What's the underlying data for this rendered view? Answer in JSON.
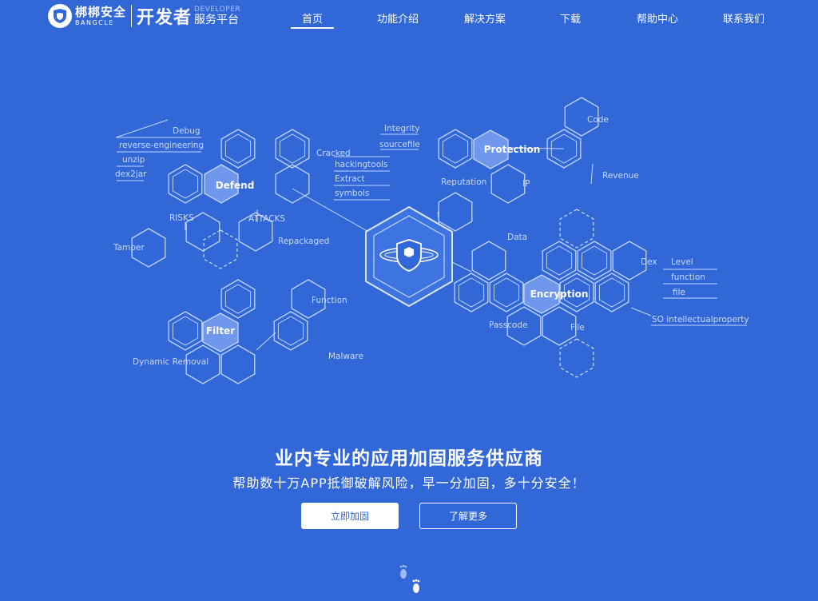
{
  "header": {
    "logo": {
      "brand_cn": "梆梆安全",
      "brand_en": "BANGCLE",
      "title": "开发者",
      "title_en": "DEVELOPER",
      "title_cn": "服务平台"
    },
    "nav": [
      {
        "label": "首页",
        "active": true
      },
      {
        "label": "功能介绍"
      },
      {
        "label": "解决方案"
      },
      {
        "label": "下载"
      },
      {
        "label": "帮助中心"
      },
      {
        "label": "联系我们"
      }
    ]
  },
  "illustration": {
    "hubs": {
      "defend": "Defend",
      "protection": "Protection",
      "encryption": "Encryption",
      "filter": "Filter"
    },
    "labels": {
      "debug": "Debug",
      "reverse_engineering": "reverse-engineering",
      "unzip": "unzip",
      "dex2jar": "dex2jar",
      "risks": "RISKS",
      "attacks": "ATTACKS",
      "tamper": "Tamper",
      "repackaged": "Repackaged",
      "cracked": "Cracked",
      "hackingtools": "hackingtools",
      "extract": "Extract",
      "symbols": "symbols",
      "integrity": "Integrity",
      "sourcefile": "sourcefile",
      "reputation": "Reputation",
      "ip": "IP",
      "code": "Code",
      "revenue": "Revenue",
      "data": "Data",
      "dex": "Dex",
      "level": "Level",
      "function_lc": "function",
      "file_lc": "file",
      "so": "SO intellectualproperty",
      "passcode": "Passcode",
      "file": "File",
      "function": "Function",
      "malware": "Malware",
      "dynamic_removal": "Dynamic Removal"
    }
  },
  "hero": {
    "title": "业内专业的应用加固服务供应商",
    "subtitle": "帮助数十万APP抵御破解风险，早一分加固，多十分安全！",
    "primary_button": "立即加固",
    "secondary_button": "了解更多"
  },
  "colors": {
    "background": "#3267d8",
    "line": "#c3d5fb",
    "hub_fill": "#6f98ec"
  }
}
